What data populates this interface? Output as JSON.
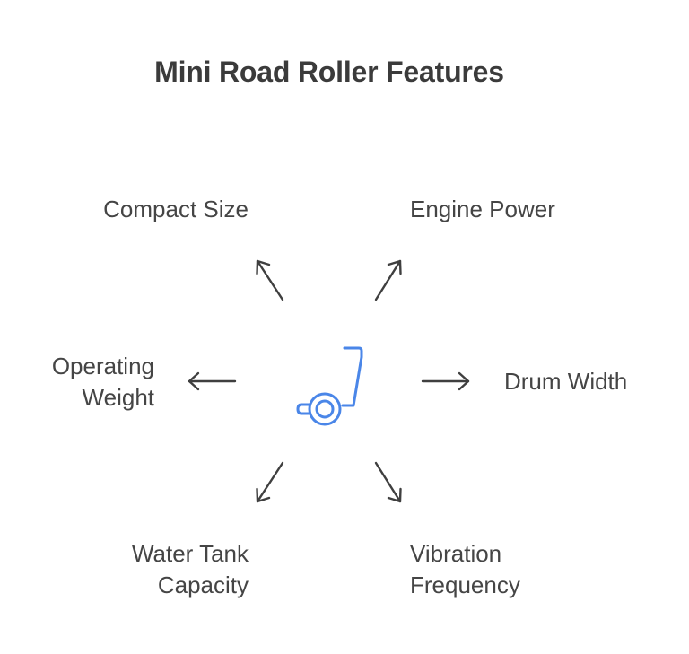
{
  "title": "Mini Road Roller Features",
  "features": {
    "compact_size": {
      "lines": [
        "Compact Size"
      ]
    },
    "engine_power": {
      "lines": [
        "Engine Power"
      ]
    },
    "operating_weight": {
      "lines": [
        "Operating",
        "Weight"
      ]
    },
    "drum_width": {
      "lines": [
        "Drum Width"
      ]
    },
    "water_tank_capacity": {
      "lines": [
        "Water Tank",
        "Capacity"
      ]
    },
    "vibration_frequency": {
      "lines": [
        "Vibration",
        "Frequency"
      ]
    }
  },
  "center_icon": "road-roller-icon",
  "colors": {
    "text": "#454545",
    "arrow": "#3f3f3f",
    "icon": "#4a86e8"
  }
}
